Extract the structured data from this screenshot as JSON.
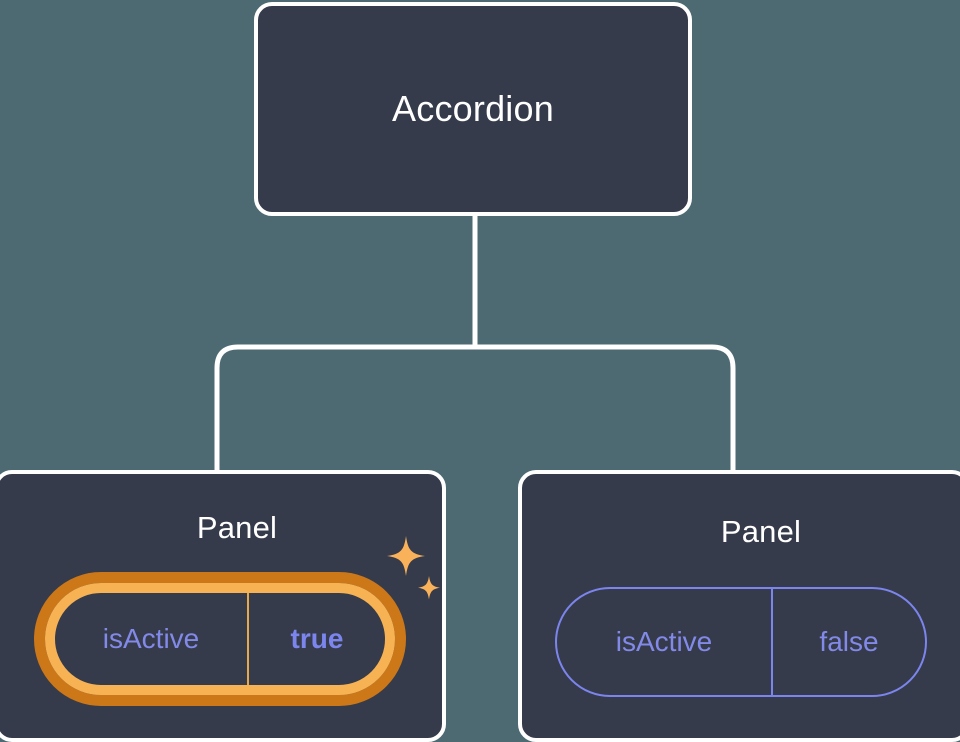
{
  "theme": {
    "canvas_background": "#4d6a73",
    "card_background": "#353b4a",
    "card_border": "#ffffff",
    "connector_color": "#ffffff",
    "prop_accent": "#8289e8",
    "highlight_outer_ring": "#cc7718",
    "highlight_inner_ring": "#f7b253",
    "sparkle_color": "#f9b15a"
  },
  "tree": {
    "root": {
      "title": "Accordion"
    },
    "children": [
      {
        "title": "Panel",
        "highlighted": true,
        "prop": {
          "key": "isActive",
          "value": "true"
        },
        "sparkle_icons": [
          "sparkle-large-icon",
          "sparkle-small-icon"
        ]
      },
      {
        "title": "Panel",
        "highlighted": false,
        "prop": {
          "key": "isActive",
          "value": "false"
        }
      }
    ]
  }
}
